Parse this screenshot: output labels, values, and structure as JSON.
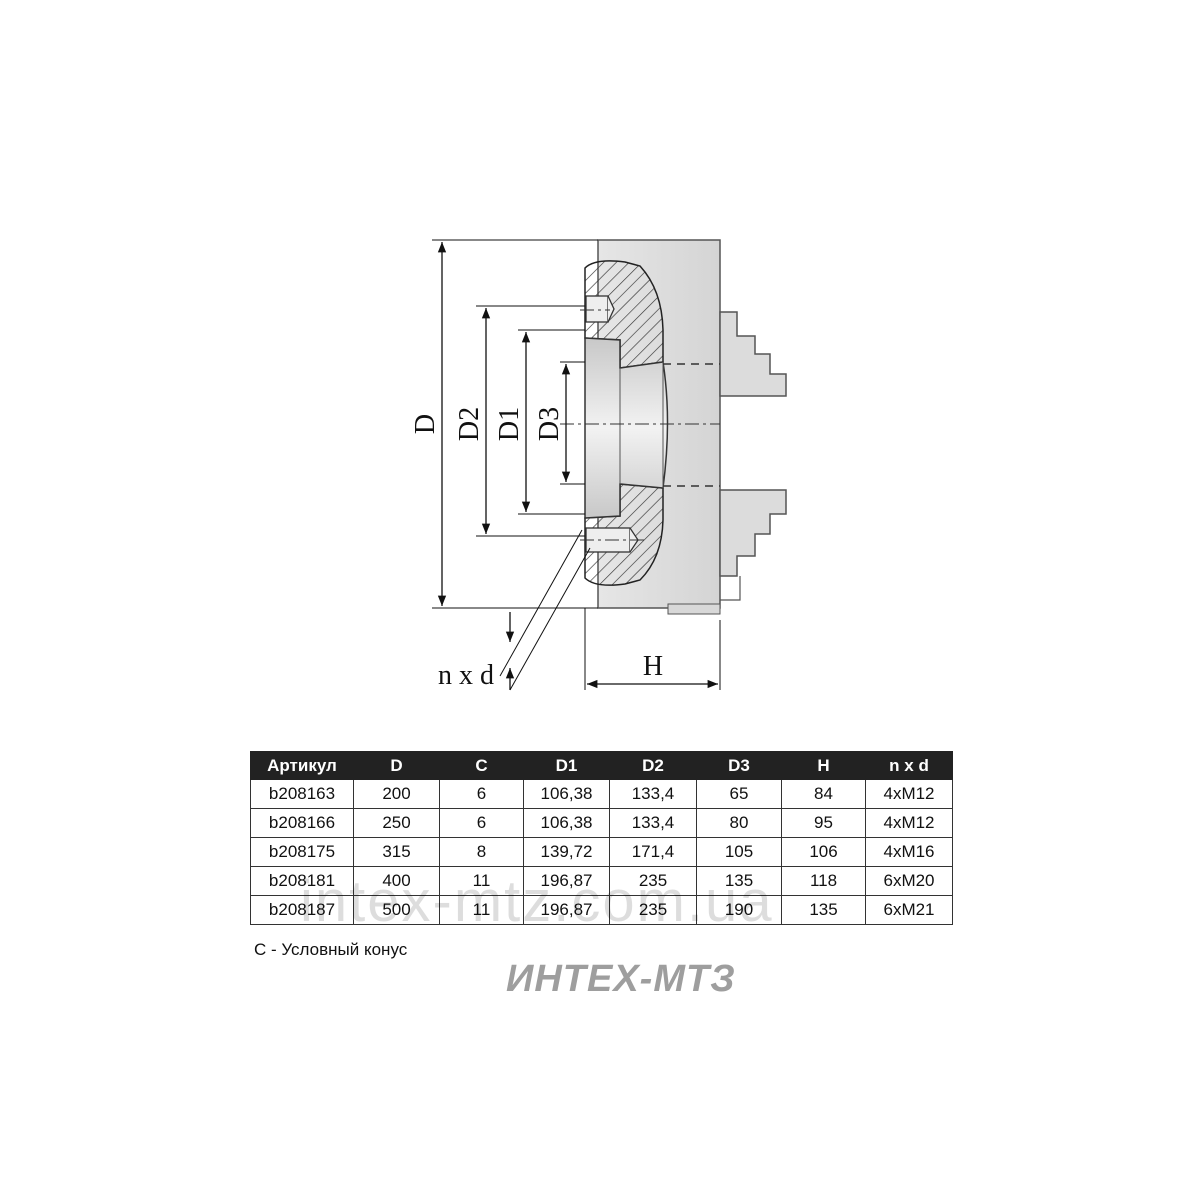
{
  "drawing": {
    "labels": {
      "D": "D",
      "D2": "D2",
      "D1": "D1",
      "D3": "D3",
      "H": "H",
      "nxd": "n x d"
    }
  },
  "table": {
    "headers": [
      "Артикул",
      "D",
      "C",
      "D1",
      "D2",
      "D3",
      "H",
      "n x d"
    ],
    "rows": [
      [
        "b208163",
        "200",
        "6",
        "106,38",
        "133,4",
        "65",
        "84",
        "4xM12"
      ],
      [
        "b208166",
        "250",
        "6",
        "106,38",
        "133,4",
        "80",
        "95",
        "4xM12"
      ],
      [
        "b208175",
        "315",
        "8",
        "139,72",
        "171,4",
        "105",
        "106",
        "4xM16"
      ],
      [
        "b208181",
        "400",
        "11",
        "196,87",
        "235",
        "135",
        "118",
        "6xM20"
      ],
      [
        "b208187",
        "500",
        "11",
        "196,87",
        "235",
        "190",
        "135",
        "6xM21"
      ]
    ]
  },
  "note": "C - Условный конус",
  "brand": "ИНТЕХ-МТЗ",
  "watermark": "intex-mtz.com.ua"
}
